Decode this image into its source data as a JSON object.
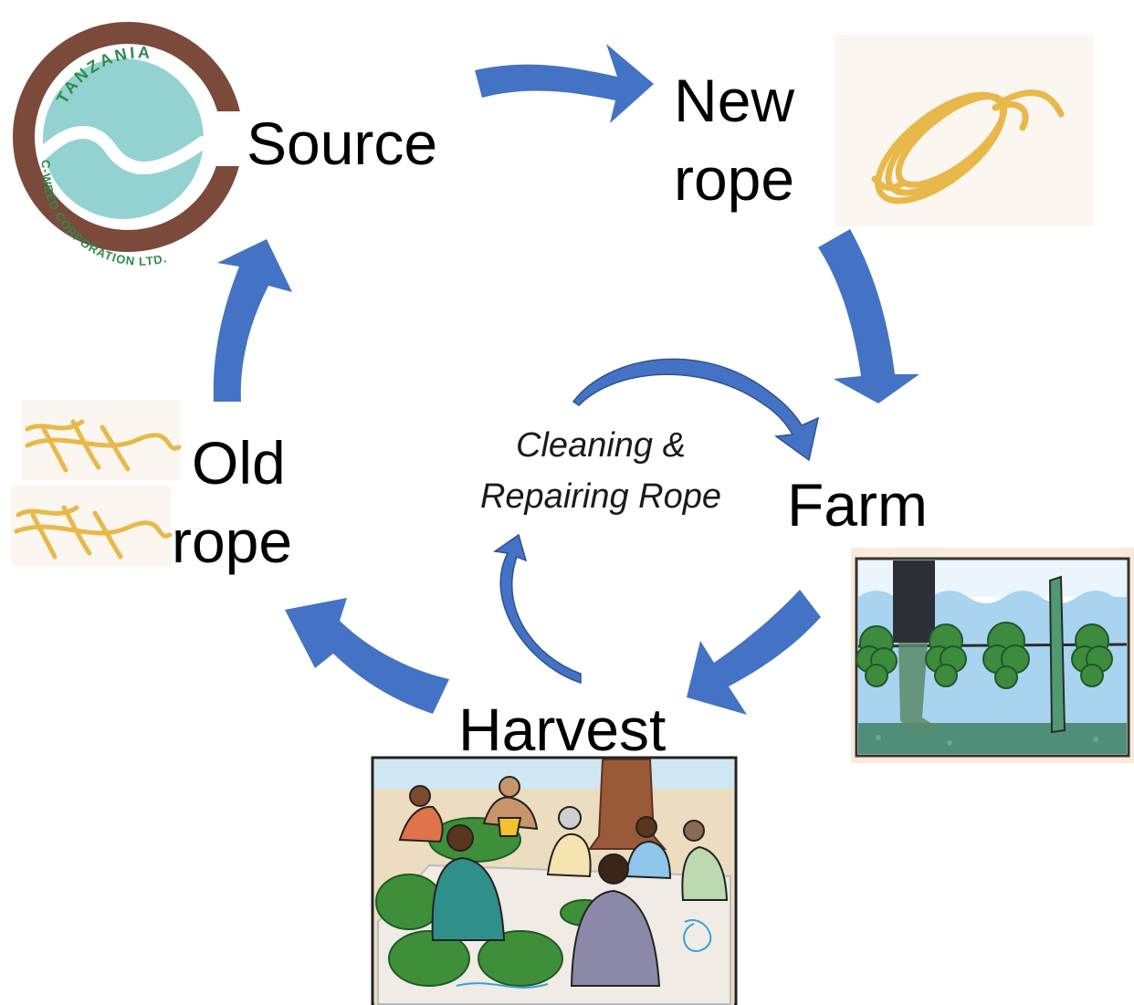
{
  "logo": {
    "top_text": "TANZANIA",
    "ring_text": "C-WEED CORPORATION LTD.",
    "colors": {
      "ring": "#7b4a3a",
      "disc": "#93d2d1",
      "wave": "#ffffff",
      "text": "#2e8b4a"
    }
  },
  "nodes": {
    "source": "Source",
    "new_rope": [
      "New",
      "rope"
    ],
    "farm": "Farm",
    "harvest": "Harvest",
    "old_rope": [
      "Old",
      "rope"
    ]
  },
  "inner_loop": {
    "line1": "Cleaning &",
    "line2": "Repairing Rope"
  },
  "colors": {
    "arrow": "#4472c4",
    "arrow_dark": "#2f528f",
    "rope": "#e8b84a",
    "water": "#a8d4f0",
    "seaweed": "#3d8b3d"
  },
  "illustrations": [
    "rope-coil-picture",
    "old-rope-picture",
    "seaweed-farm-picture",
    "harvest-scene-picture"
  ]
}
